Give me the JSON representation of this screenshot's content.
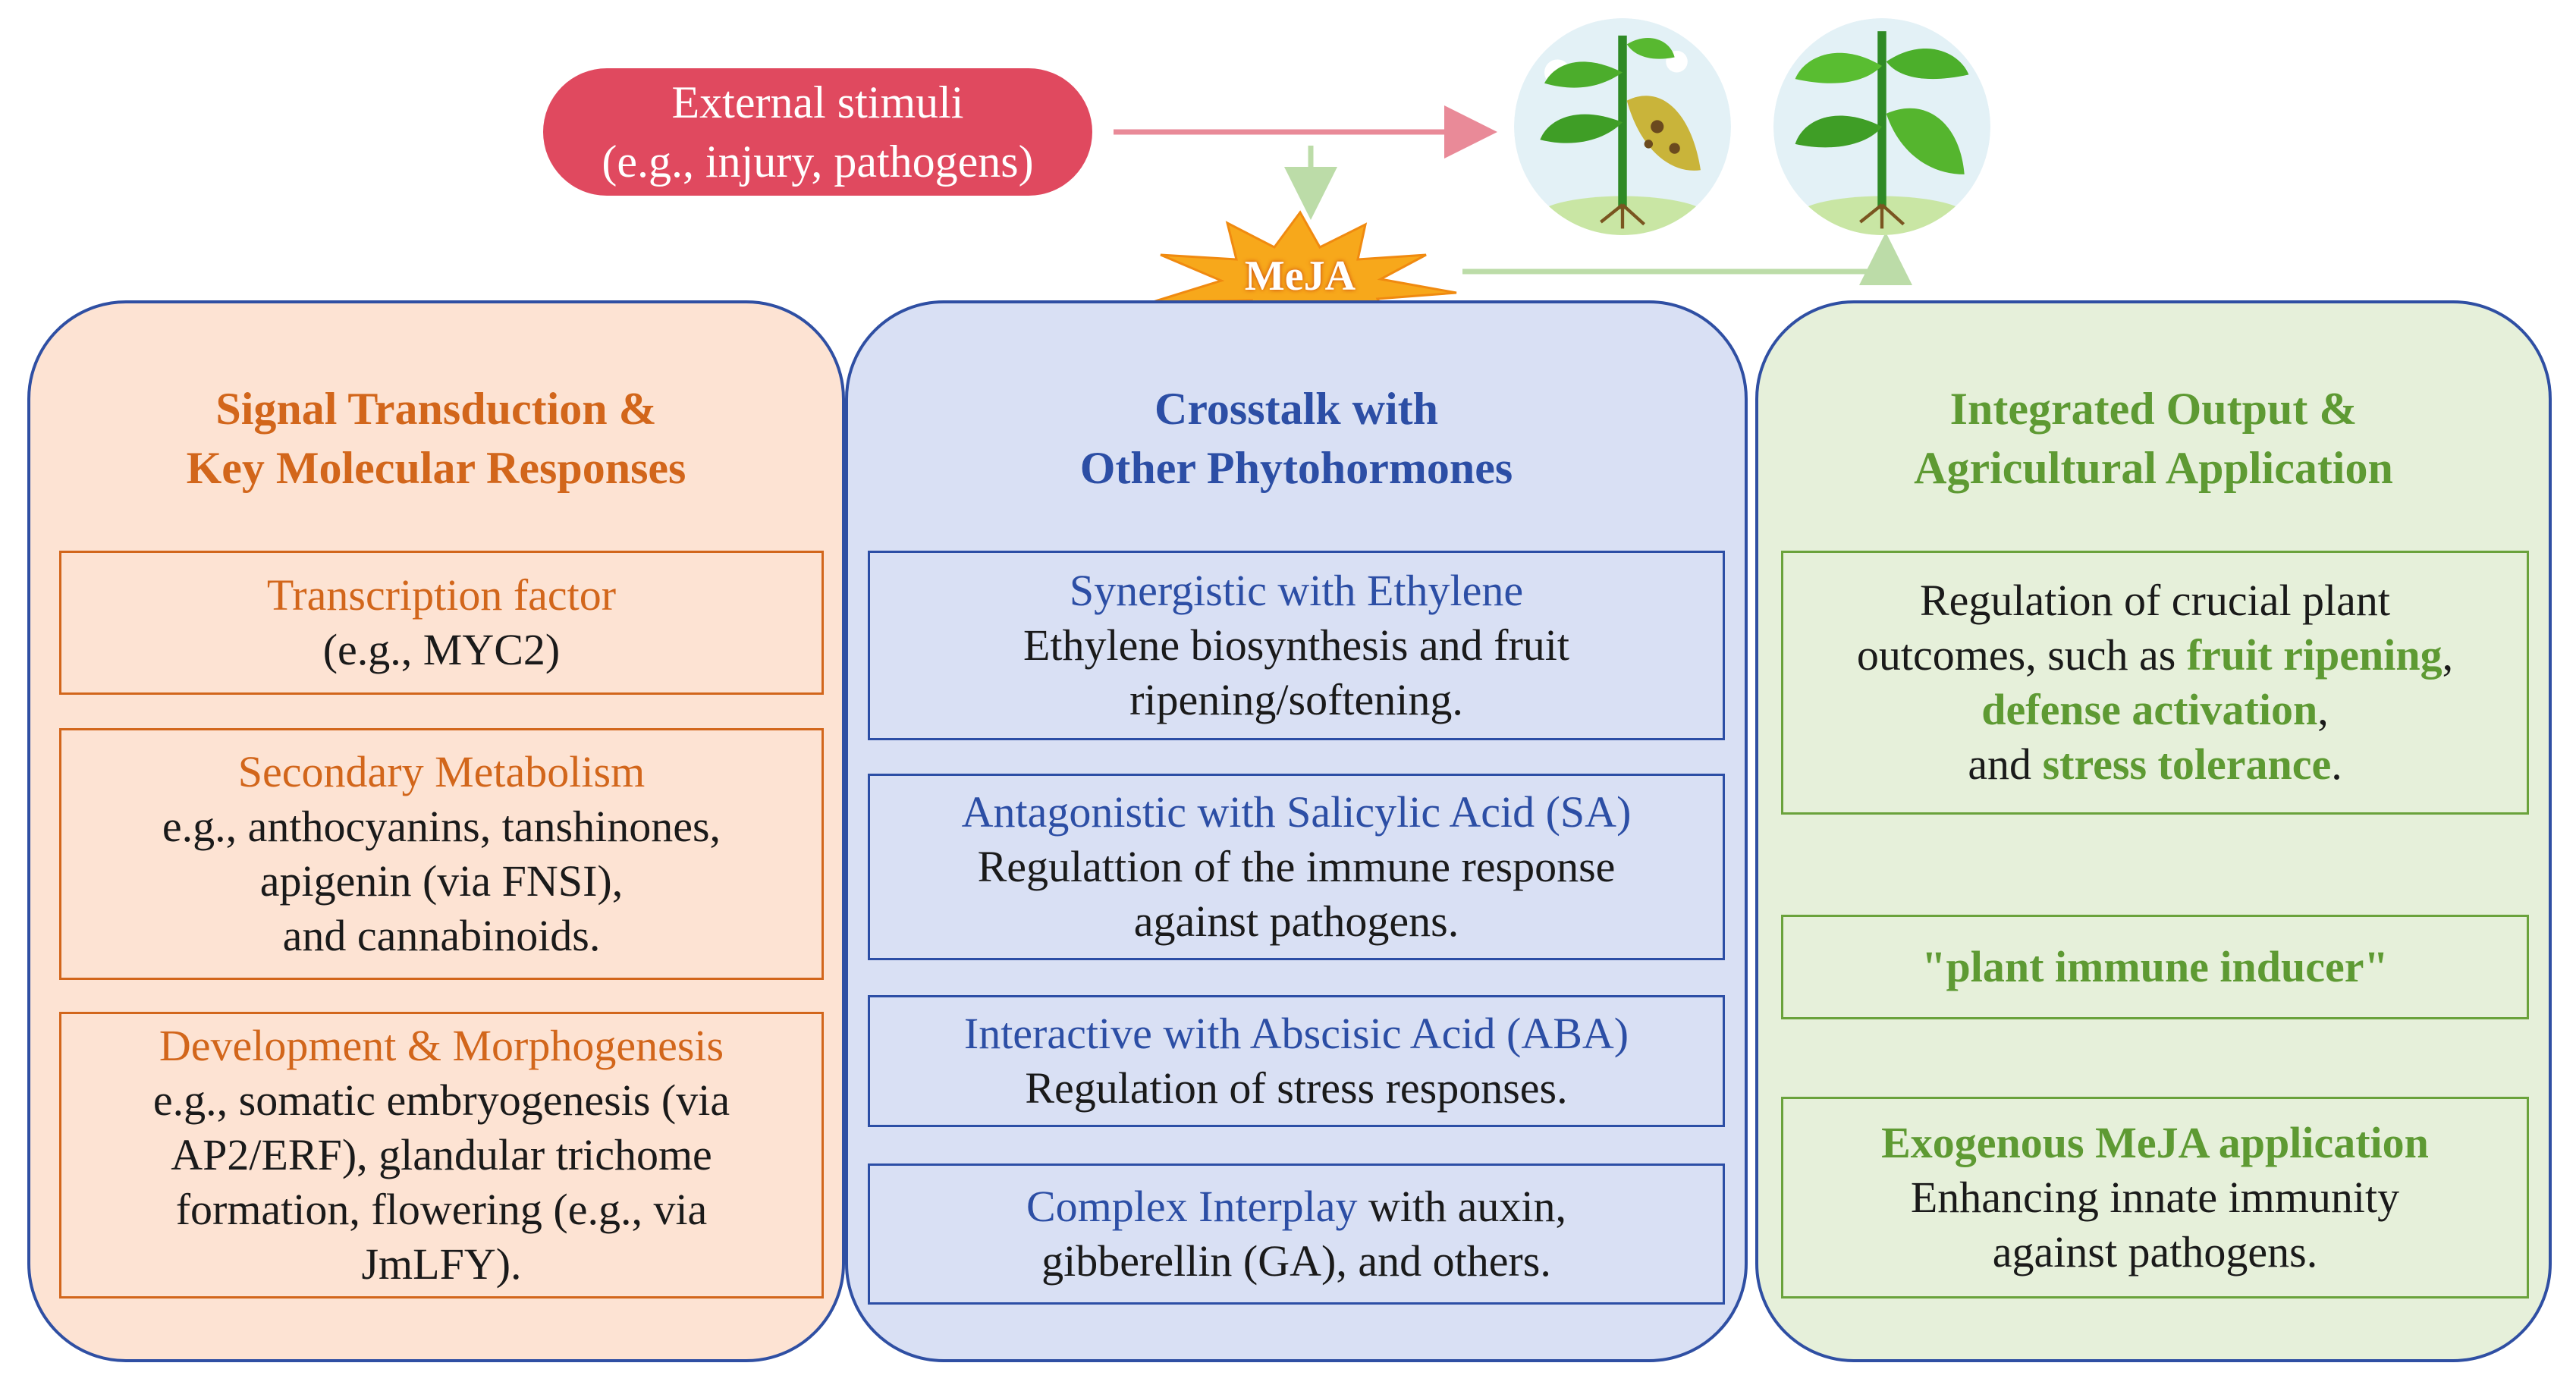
{
  "stimuli": {
    "line1": "External stimuli",
    "line2": "(e.g., injury, pathogens)"
  },
  "center_hormone": "MeJA",
  "plants": [
    {
      "icon": "diseased-plant-icon"
    },
    {
      "icon": "healthy-plant-icon"
    }
  ],
  "colors": {
    "stimuli": "#e0495f",
    "meja_star": "#f7a81b",
    "orange": "#d2661b",
    "blue": "#2c4ea5",
    "green": "#5e9a33",
    "left_bg": "#fde3d3",
    "mid_bg": "#d9e0f4",
    "right_bg": "#e6f0da",
    "panel_border": "#2f4fa3"
  },
  "left": {
    "title_l1": "Signal Transduction &",
    "title_l2": "Key Molecular Responses",
    "boxes": [
      {
        "heading": "Transcription factor",
        "lines": [
          "(e.g., MYC2)"
        ]
      },
      {
        "heading": "Secondary Metabolism",
        "lines": [
          "e.g., anthocyanins, tanshinones,",
          "apigenin (via FNSI),",
          "and cannabinoids."
        ]
      },
      {
        "heading": "Development & Morphogenesis",
        "lines": [
          "e.g., somatic embryogenesis (via",
          "AP2/ERF), glandular trichome",
          "formation, flowering (e.g., via",
          "JmLFY)."
        ]
      }
    ]
  },
  "mid": {
    "title_l1": "Crosstalk with",
    "title_l2": "Other Phytohormones",
    "boxes": [
      {
        "heading": "Synergistic with Ethylene",
        "lines": [
          "Ethylene biosynthesis and fruit",
          "ripening/softening."
        ]
      },
      {
        "heading": "Antagonistic with Salicylic Acid (SA)",
        "lines": [
          "Regulattion of the immune response",
          "against pathogens."
        ]
      },
      {
        "heading": "Interactive with Abscisic Acid (ABA)",
        "lines": [
          "Regulation of stress responses."
        ]
      },
      {
        "heading": "Complex Interplay",
        "inline": " with auxin,",
        "lines": [
          "gibberellin (GA), and others."
        ]
      }
    ]
  },
  "right": {
    "title_l1": "Integrated Output &",
    "title_l2": "Agricultural Application",
    "box1": {
      "l1": "Regulation of crucial plant",
      "l2a": "outcomes, such as ",
      "l2b": "fruit ripening",
      "l2c": ",",
      "l3a": "defense activation",
      "l3b": ",",
      "l4a": "and ",
      "l4b": "stress tolerance",
      "l4c": "."
    },
    "box2": "\"plant immune inducer\"",
    "box3": {
      "heading": "Exogenous MeJA application",
      "lines": [
        "Enhancing innate immunity",
        "against pathogens."
      ]
    }
  }
}
